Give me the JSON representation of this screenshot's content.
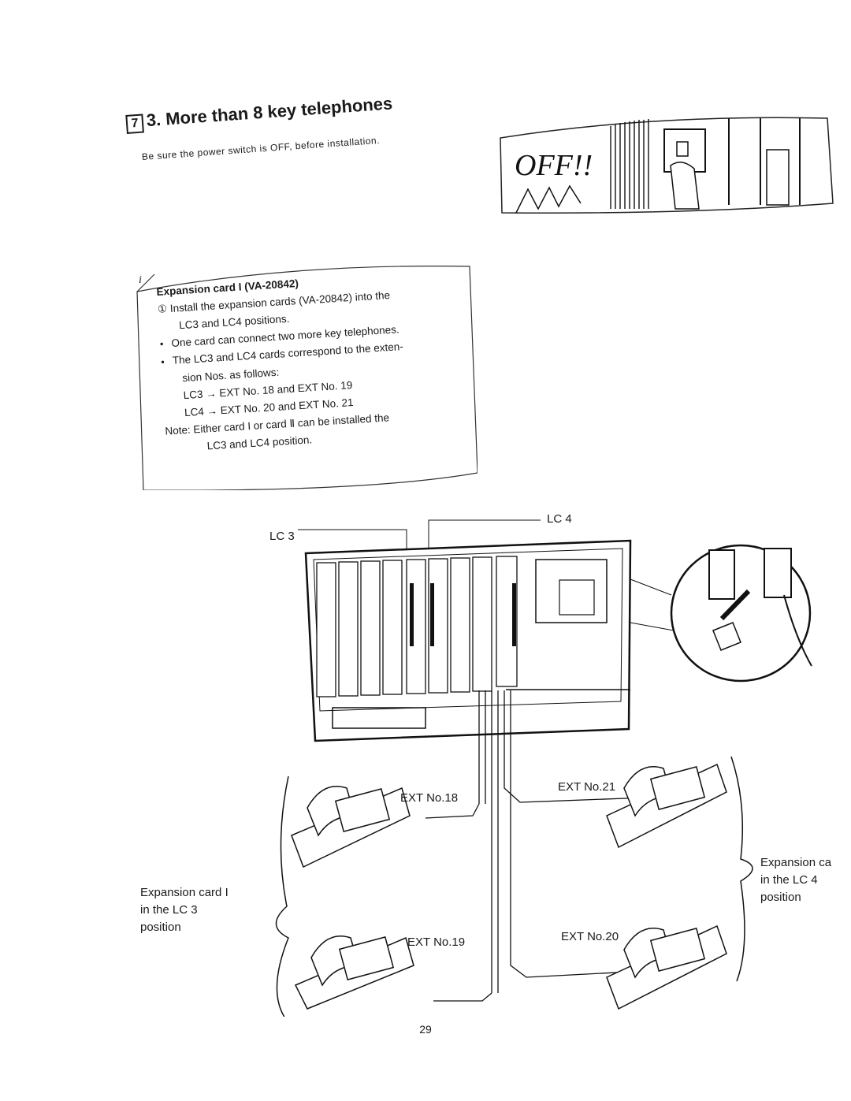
{
  "section": {
    "number": "7",
    "title": "3. More than 8 key telephones",
    "subtitle": "Be sure the power switch is OFF, before installation."
  },
  "off_illustration": {
    "caption": "OFF!!",
    "icon": "power-switch-hand-icon"
  },
  "note_box": {
    "icon": "info-i-icon",
    "heading": "Expansion card I (VA-20842)",
    "lines": [
      "① Install the expansion cards (VA-20842) into the",
      "LC3 and LC4 positions.",
      "One card can connect two more key telephones.",
      "The LC3 and LC4 cards correspond to the exten-",
      "sion Nos. as follows:",
      "LC3 → EXT No. 18 and EXT No. 19",
      "LC4 → EXT No. 20 and EXT No. 21",
      "Note: Either card I or card Ⅱ can be installed the",
      "LC3 and LC4 position."
    ]
  },
  "diagram": {
    "lc3_label": "LC 3",
    "lc4_label": "LC 4",
    "ext18": "EXT No.18",
    "ext19": "EXT No.19",
    "ext20": "EXT No.20",
    "ext21": "EXT No.21",
    "left_group": [
      "Expansion card I",
      "in the LC 3",
      "position"
    ],
    "right_group": [
      "Expansion ca",
      "in the LC 4",
      "position"
    ]
  },
  "page_number": "29"
}
